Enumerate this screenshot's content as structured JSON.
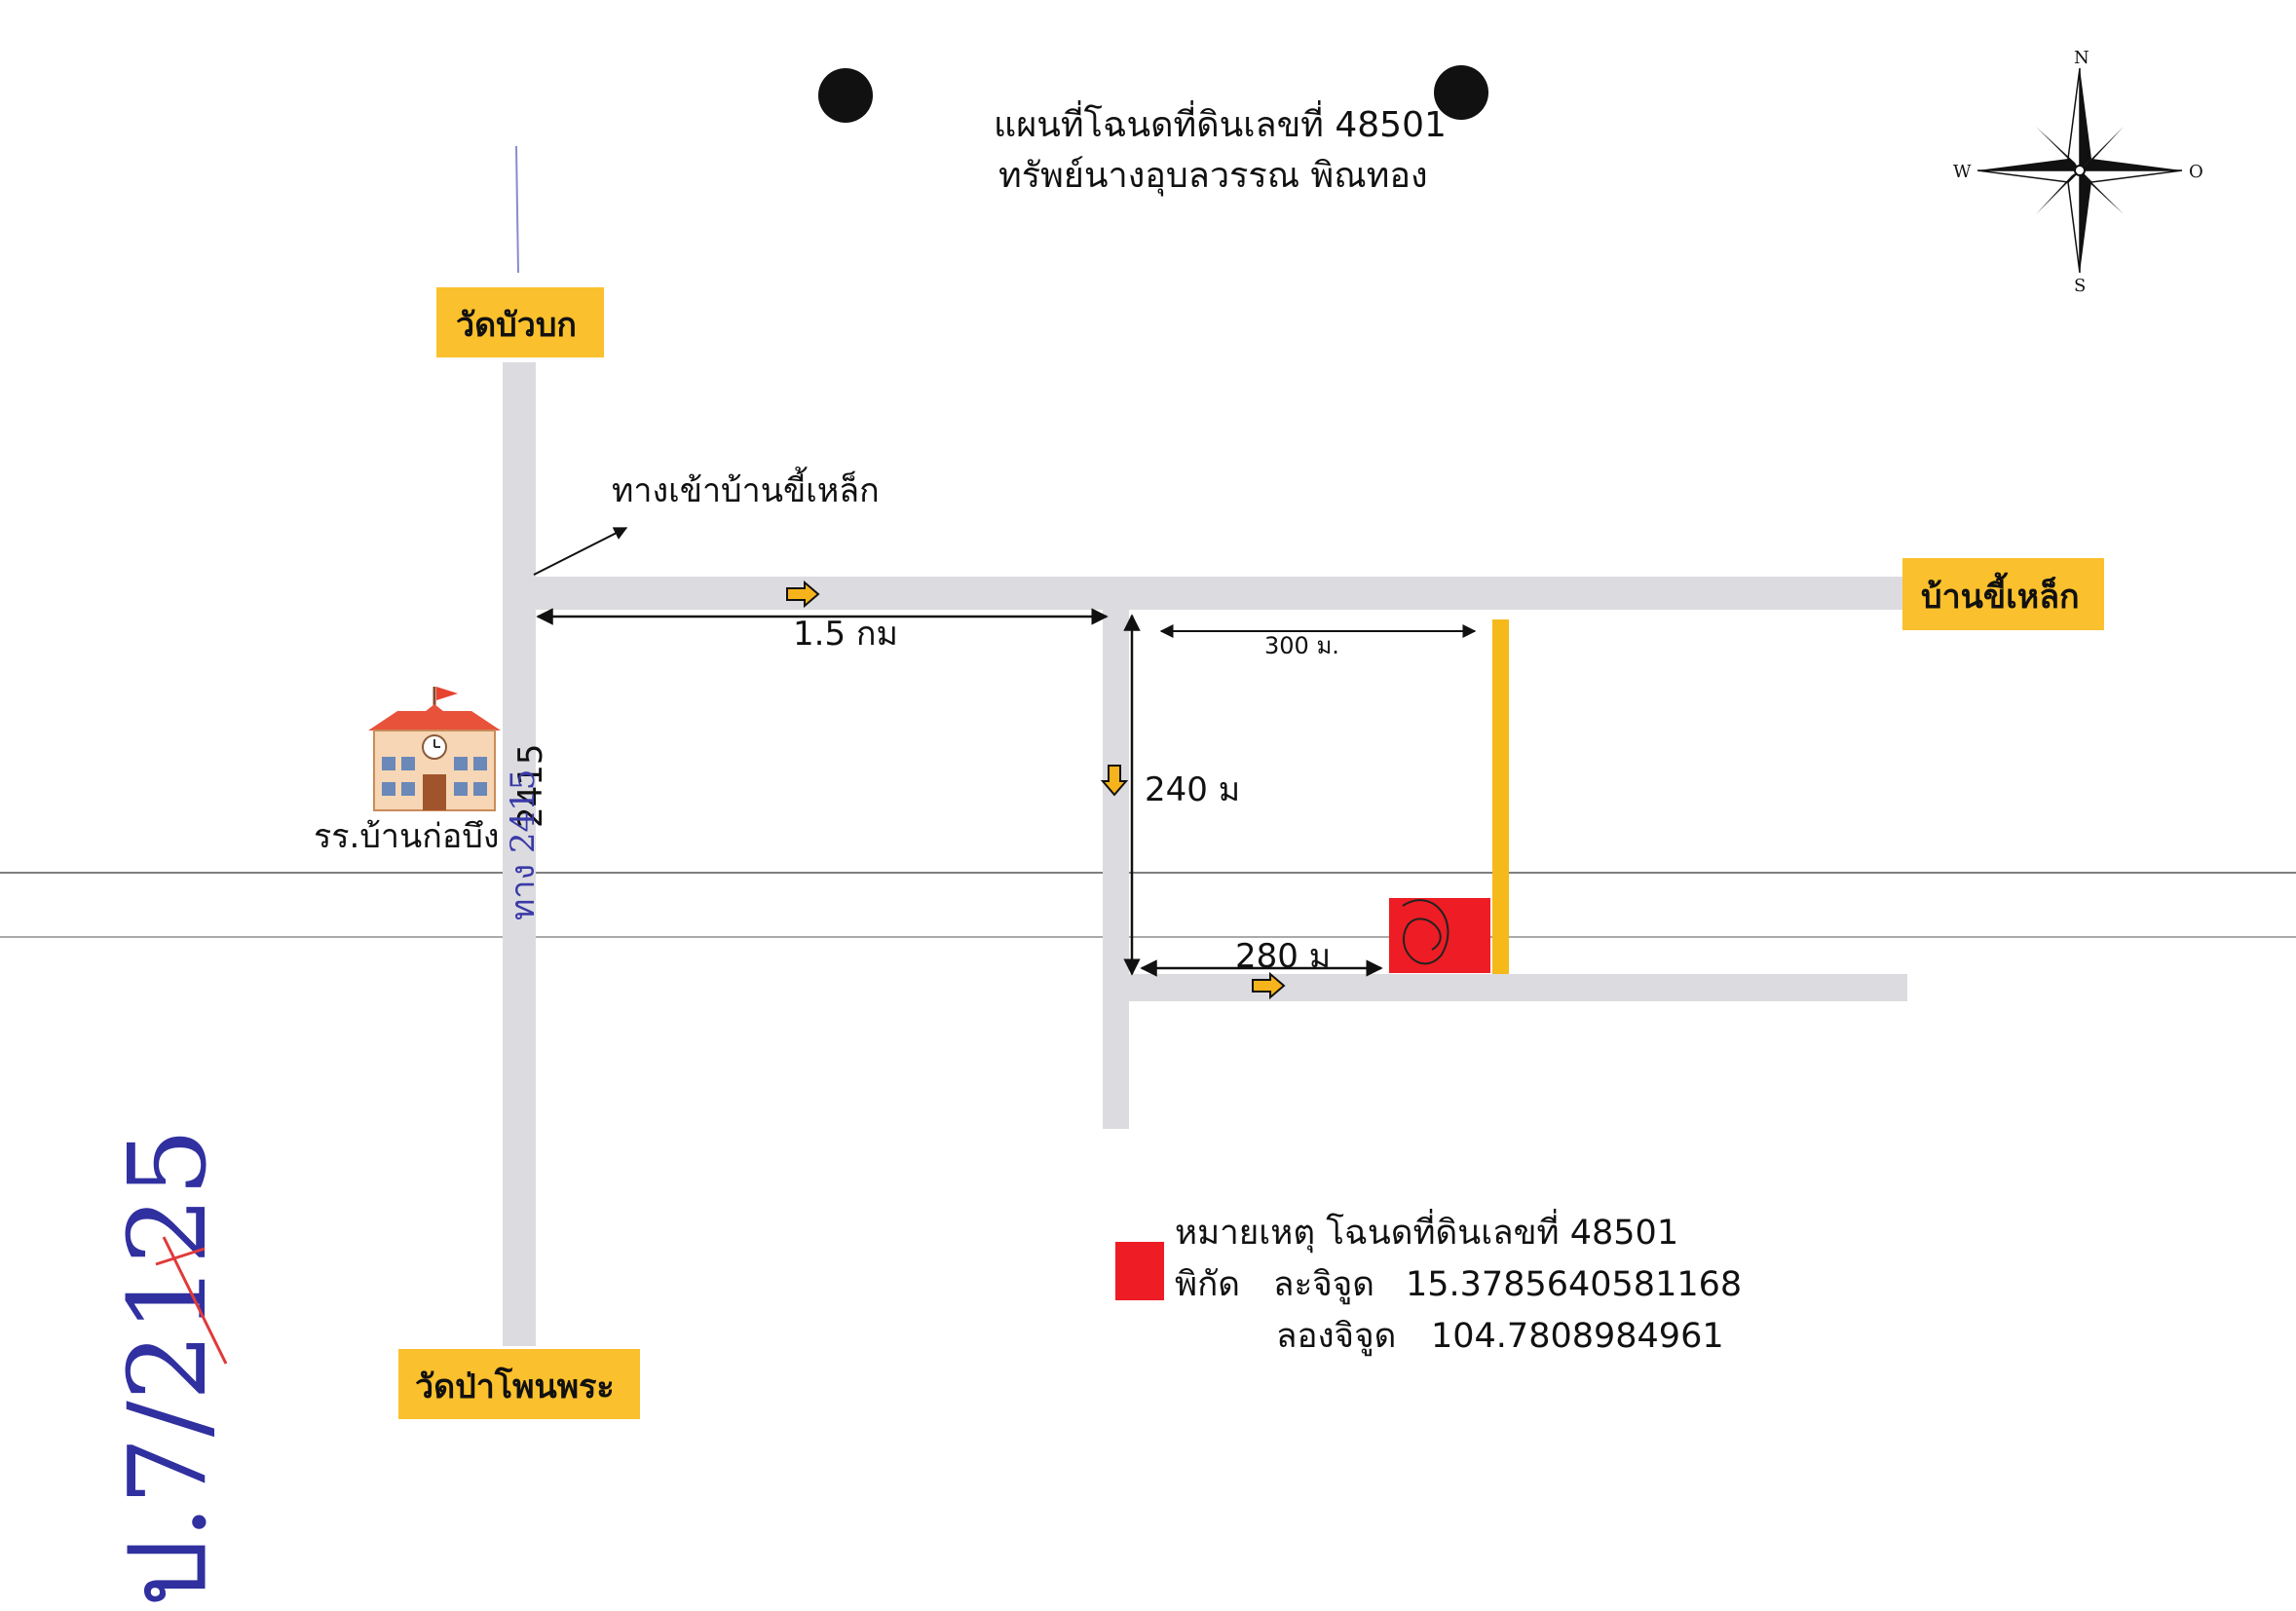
{
  "title": {
    "line1": "แผนที่โฉนดที่ดินเลขที่  48501",
    "line2": "ทรัพย์นางอุบลวรรณ พิณทอง"
  },
  "compass": {
    "north": "N",
    "south": "S",
    "west": "W",
    "east": "O"
  },
  "labels": {
    "wat_bua_bok": "วัดบัวบก",
    "wat_pa_phon_phra": "วัดป่าโพนพระ",
    "ban_khi_lek": "บ้านขี้เหล็ก",
    "entrance": "ทางเข้าบ้านขี้เหล็ก",
    "school": "รร.บ้านก่อบึง",
    "road_number": "2415"
  },
  "distances": {
    "d1": "1.5 กม",
    "d2": "300 ม.",
    "d3": "240 ม",
    "d4": "280 ม"
  },
  "legend": {
    "line1": "หมายเหตุ โฉนดที่ดินเลขที่ 48501",
    "line2_label": "พิกัด",
    "lat_label": "ละจิจูด",
    "lat_value": "15.3785640581168",
    "lon_label": "ลองจิจูด",
    "lon_value": "104.7808984961"
  },
  "handwriting": {
    "margin_note": "ป.7/2125",
    "road_note": "ทาง 2415"
  },
  "colors": {
    "road": "#dcdce0",
    "label_bg": "#fbc02d",
    "parcel": "#ee1c24",
    "arrow_fill": "#f7b31c",
    "boundary_line": "#f5b91a"
  },
  "icons": {
    "school": "school-building-icon",
    "compass": "compass-rose-icon",
    "arrow": "yellow-arrow-icon"
  }
}
